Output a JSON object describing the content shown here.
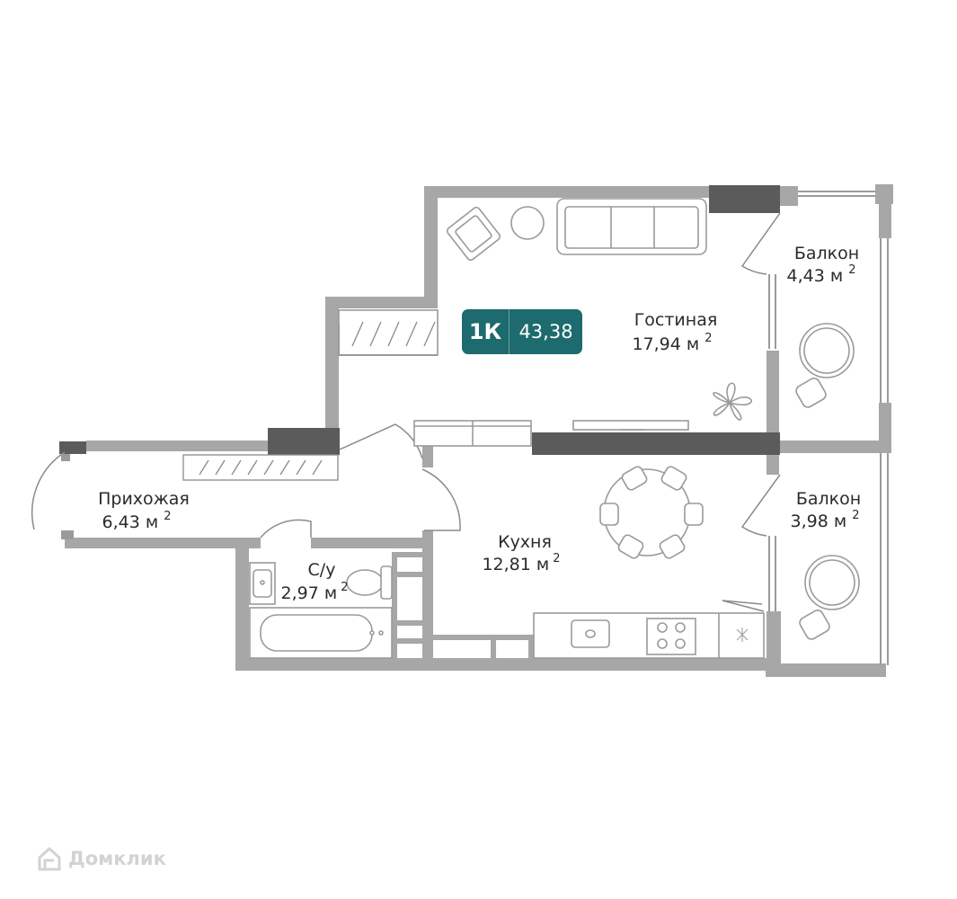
{
  "badge": {
    "type": "1К",
    "area": "43,38",
    "color": "#1d6b6e"
  },
  "rooms": {
    "living": {
      "name": "Гостиная",
      "area": "17,94 м",
      "sup": "2"
    },
    "balcony1": {
      "name": "Балкон",
      "area": "4,43 м",
      "sup": "2"
    },
    "hall": {
      "name": "Прихожая",
      "area": "6,43 м",
      "sup": "2"
    },
    "bath": {
      "name": "С/у",
      "area": "2,97 м",
      "sup": "2"
    },
    "kitchen": {
      "name": "Кухня",
      "area": "12,81 м",
      "sup": "2"
    },
    "balcony2": {
      "name": "Балкон",
      "area": "3,98 м",
      "sup": "2"
    }
  },
  "watermark": {
    "text": "Домклик"
  },
  "colors": {
    "wall": "#a7a7a7",
    "wall_dark": "#5b5b5b",
    "furniture": "#9a9a9a"
  }
}
